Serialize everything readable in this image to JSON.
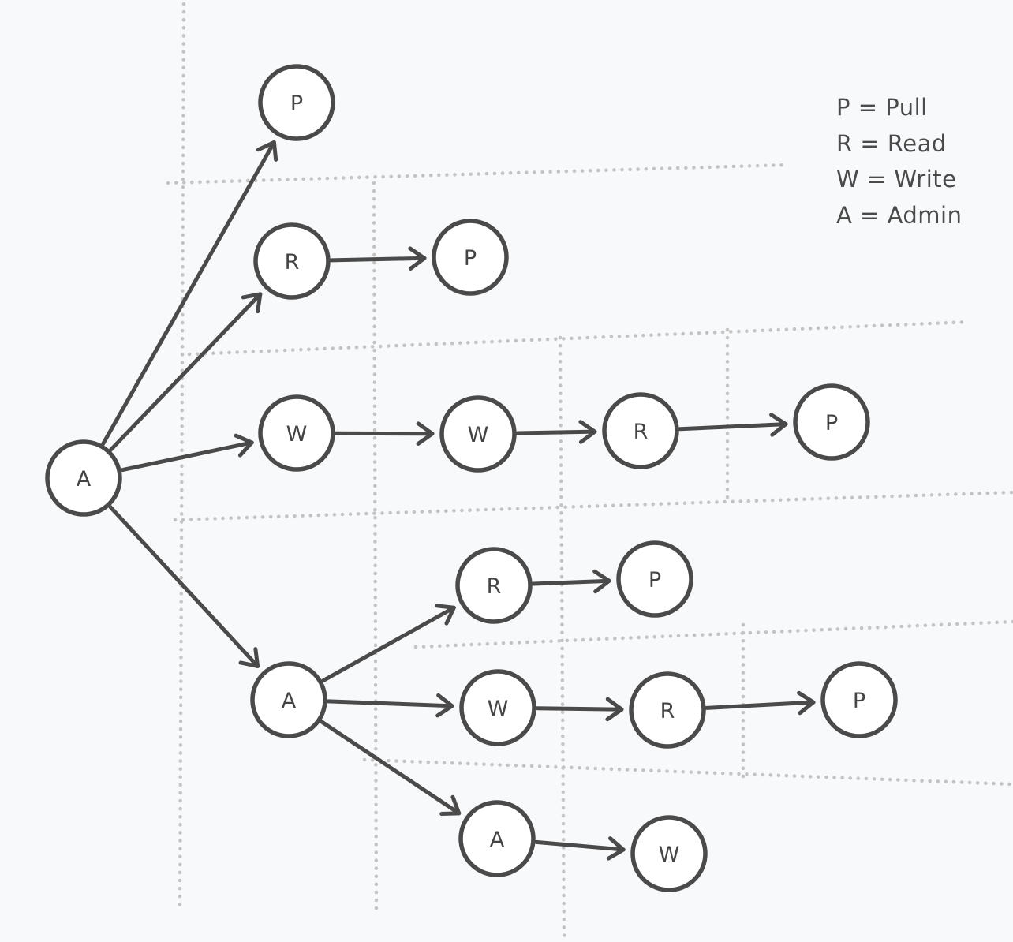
{
  "diagram": {
    "colors": {
      "stroke": "#4a4a4a",
      "node_fill": "#ffffff",
      "grid": "#c4c4c4",
      "background": "#f8f9fb"
    },
    "legend": [
      "P = Pull",
      "R = Read",
      "W = Write",
      "A = Admin"
    ],
    "nodes": [
      {
        "id": "a_root",
        "label": "A"
      },
      {
        "id": "p_top",
        "label": "P"
      },
      {
        "id": "r_1",
        "label": "R"
      },
      {
        "id": "p_1",
        "label": "P"
      },
      {
        "id": "w_1",
        "label": "W"
      },
      {
        "id": "w_2",
        "label": "W"
      },
      {
        "id": "r_2",
        "label": "R"
      },
      {
        "id": "p_2",
        "label": "P"
      },
      {
        "id": "a_2",
        "label": "A"
      },
      {
        "id": "r_3",
        "label": "R"
      },
      {
        "id": "p_3",
        "label": "P"
      },
      {
        "id": "w_3",
        "label": "W"
      },
      {
        "id": "r_4",
        "label": "R"
      },
      {
        "id": "p_4",
        "label": "P"
      },
      {
        "id": "a_3",
        "label": "A"
      },
      {
        "id": "w_4",
        "label": "W"
      }
    ],
    "edges": [
      {
        "from": "a_root",
        "to": "p_top"
      },
      {
        "from": "a_root",
        "to": "r_1"
      },
      {
        "from": "a_root",
        "to": "w_1"
      },
      {
        "from": "a_root",
        "to": "a_2"
      },
      {
        "from": "r_1",
        "to": "p_1"
      },
      {
        "from": "w_1",
        "to": "w_2"
      },
      {
        "from": "w_2",
        "to": "r_2"
      },
      {
        "from": "r_2",
        "to": "p_2"
      },
      {
        "from": "a_2",
        "to": "r_3"
      },
      {
        "from": "a_2",
        "to": "w_3"
      },
      {
        "from": "a_2",
        "to": "a_3"
      },
      {
        "from": "r_3",
        "to": "p_3"
      },
      {
        "from": "w_3",
        "to": "r_4"
      },
      {
        "from": "r_4",
        "to": "p_4"
      },
      {
        "from": "a_3",
        "to": "w_4"
      }
    ]
  }
}
